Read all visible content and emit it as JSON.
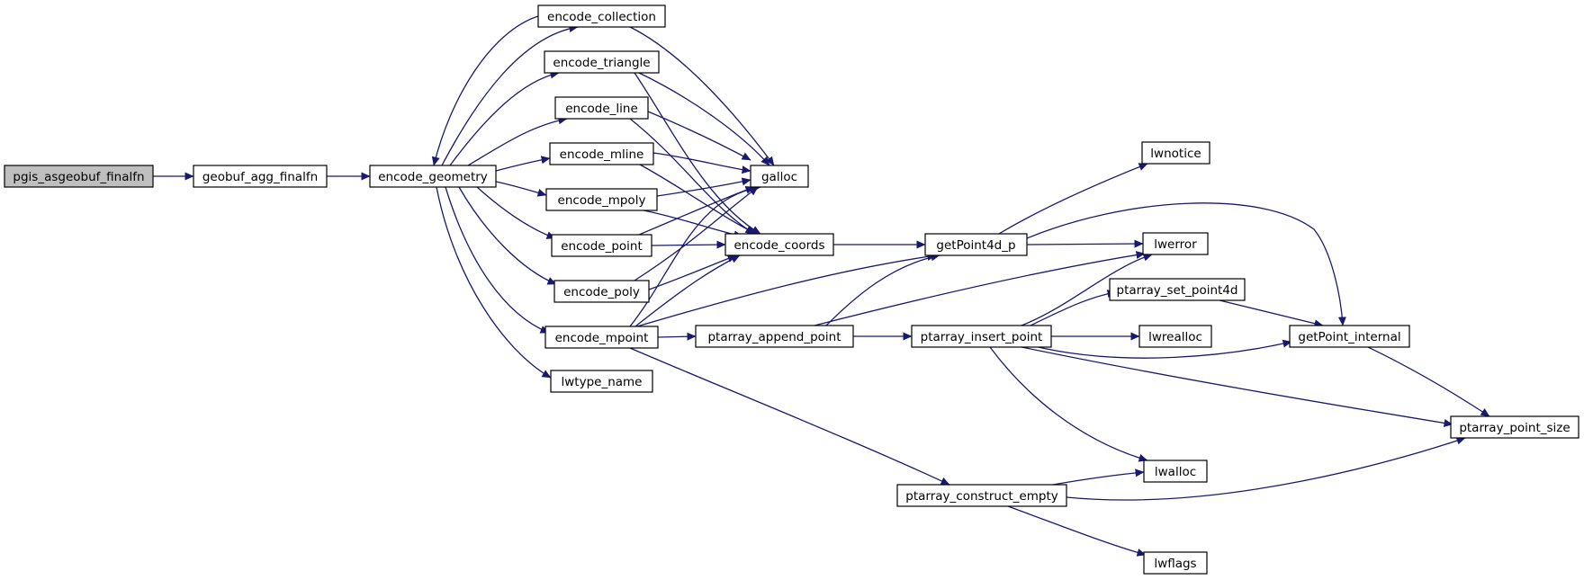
{
  "diagram": {
    "nodes": [
      {
        "id": "pgis_asgeobuf_finalfn",
        "label": "pgis_asgeobuf_finalfn",
        "highlighted": true
      },
      {
        "id": "geobuf_agg_finalfn",
        "label": "geobuf_agg_finalfn"
      },
      {
        "id": "encode_geometry",
        "label": "encode_geometry"
      },
      {
        "id": "encode_collection",
        "label": "encode_collection"
      },
      {
        "id": "encode_triangle",
        "label": "encode_triangle"
      },
      {
        "id": "encode_line",
        "label": "encode_line"
      },
      {
        "id": "encode_mline",
        "label": "encode_mline"
      },
      {
        "id": "encode_mpoly",
        "label": "encode_mpoly"
      },
      {
        "id": "encode_point",
        "label": "encode_point"
      },
      {
        "id": "encode_poly",
        "label": "encode_poly"
      },
      {
        "id": "encode_mpoint",
        "label": "encode_mpoint"
      },
      {
        "id": "lwtype_name",
        "label": "lwtype_name"
      },
      {
        "id": "galloc",
        "label": "galloc"
      },
      {
        "id": "encode_coords",
        "label": "encode_coords"
      },
      {
        "id": "ptarray_append_point",
        "label": "ptarray_append_point"
      },
      {
        "id": "getPoint4d_p",
        "label": "getPoint4d_p"
      },
      {
        "id": "ptarray_insert_point",
        "label": "ptarray_insert_point"
      },
      {
        "id": "ptarray_construct_empty",
        "label": "ptarray_construct_empty"
      },
      {
        "id": "lwnotice",
        "label": "lwnotice"
      },
      {
        "id": "lwerror",
        "label": "lwerror"
      },
      {
        "id": "ptarray_set_point4d",
        "label": "ptarray_set_point4d"
      },
      {
        "id": "lwrealloc",
        "label": "lwrealloc"
      },
      {
        "id": "lwalloc",
        "label": "lwalloc"
      },
      {
        "id": "lwflags",
        "label": "lwflags"
      },
      {
        "id": "getPoint_internal",
        "label": "getPoint_internal"
      },
      {
        "id": "ptarray_point_size",
        "label": "ptarray_point_size"
      }
    ],
    "edges": [
      {
        "from": "pgis_asgeobuf_finalfn",
        "to": "geobuf_agg_finalfn"
      },
      {
        "from": "geobuf_agg_finalfn",
        "to": "encode_geometry"
      },
      {
        "from": "encode_geometry",
        "to": "encode_collection"
      },
      {
        "from": "encode_collection",
        "to": "encode_geometry"
      },
      {
        "from": "encode_geometry",
        "to": "encode_triangle"
      },
      {
        "from": "encode_geometry",
        "to": "encode_line"
      },
      {
        "from": "encode_geometry",
        "to": "encode_mline"
      },
      {
        "from": "encode_geometry",
        "to": "encode_mpoly"
      },
      {
        "from": "encode_geometry",
        "to": "encode_point"
      },
      {
        "from": "encode_geometry",
        "to": "encode_poly"
      },
      {
        "from": "encode_geometry",
        "to": "encode_mpoint"
      },
      {
        "from": "encode_geometry",
        "to": "lwtype_name"
      },
      {
        "from": "encode_collection",
        "to": "galloc"
      },
      {
        "from": "encode_triangle",
        "to": "galloc"
      },
      {
        "from": "encode_triangle",
        "to": "encode_coords"
      },
      {
        "from": "encode_line",
        "to": "galloc"
      },
      {
        "from": "encode_line",
        "to": "encode_coords"
      },
      {
        "from": "encode_mline",
        "to": "galloc"
      },
      {
        "from": "encode_mline",
        "to": "encode_coords"
      },
      {
        "from": "encode_mpoly",
        "to": "galloc"
      },
      {
        "from": "encode_mpoly",
        "to": "encode_coords"
      },
      {
        "from": "encode_point",
        "to": "galloc"
      },
      {
        "from": "encode_point",
        "to": "encode_coords"
      },
      {
        "from": "encode_poly",
        "to": "galloc"
      },
      {
        "from": "encode_poly",
        "to": "encode_coords"
      },
      {
        "from": "encode_mpoint",
        "to": "galloc"
      },
      {
        "from": "encode_mpoint",
        "to": "encode_coords"
      },
      {
        "from": "encode_mpoint",
        "to": "getPoint4d_p"
      },
      {
        "from": "encode_mpoint",
        "to": "ptarray_append_point"
      },
      {
        "from": "encode_mpoint",
        "to": "ptarray_construct_empty"
      },
      {
        "from": "encode_coords",
        "to": "getPoint4d_p"
      },
      {
        "from": "ptarray_append_point",
        "to": "getPoint4d_p"
      },
      {
        "from": "ptarray_append_point",
        "to": "lwerror"
      },
      {
        "from": "ptarray_append_point",
        "to": "ptarray_insert_point"
      },
      {
        "from": "getPoint4d_p",
        "to": "lwnotice"
      },
      {
        "from": "getPoint4d_p",
        "to": "lwerror"
      },
      {
        "from": "getPoint4d_p",
        "to": "getPoint_internal"
      },
      {
        "from": "ptarray_insert_point",
        "to": "lwerror"
      },
      {
        "from": "ptarray_insert_point",
        "to": "ptarray_set_point4d"
      },
      {
        "from": "ptarray_insert_point",
        "to": "lwrealloc"
      },
      {
        "from": "ptarray_insert_point",
        "to": "getPoint_internal"
      },
      {
        "from": "ptarray_insert_point",
        "to": "ptarray_point_size"
      },
      {
        "from": "ptarray_insert_point",
        "to": "lwalloc"
      },
      {
        "from": "ptarray_set_point4d",
        "to": "getPoint_internal"
      },
      {
        "from": "getPoint_internal",
        "to": "ptarray_point_size"
      },
      {
        "from": "ptarray_construct_empty",
        "to": "lwalloc"
      },
      {
        "from": "ptarray_construct_empty",
        "to": "ptarray_point_size"
      },
      {
        "from": "ptarray_construct_empty",
        "to": "lwflags"
      }
    ],
    "colors": {
      "edge": "#191970",
      "node_border": "#000000",
      "node_fill": "#ffffff",
      "highlight_fill": "#bfbfbf"
    }
  }
}
